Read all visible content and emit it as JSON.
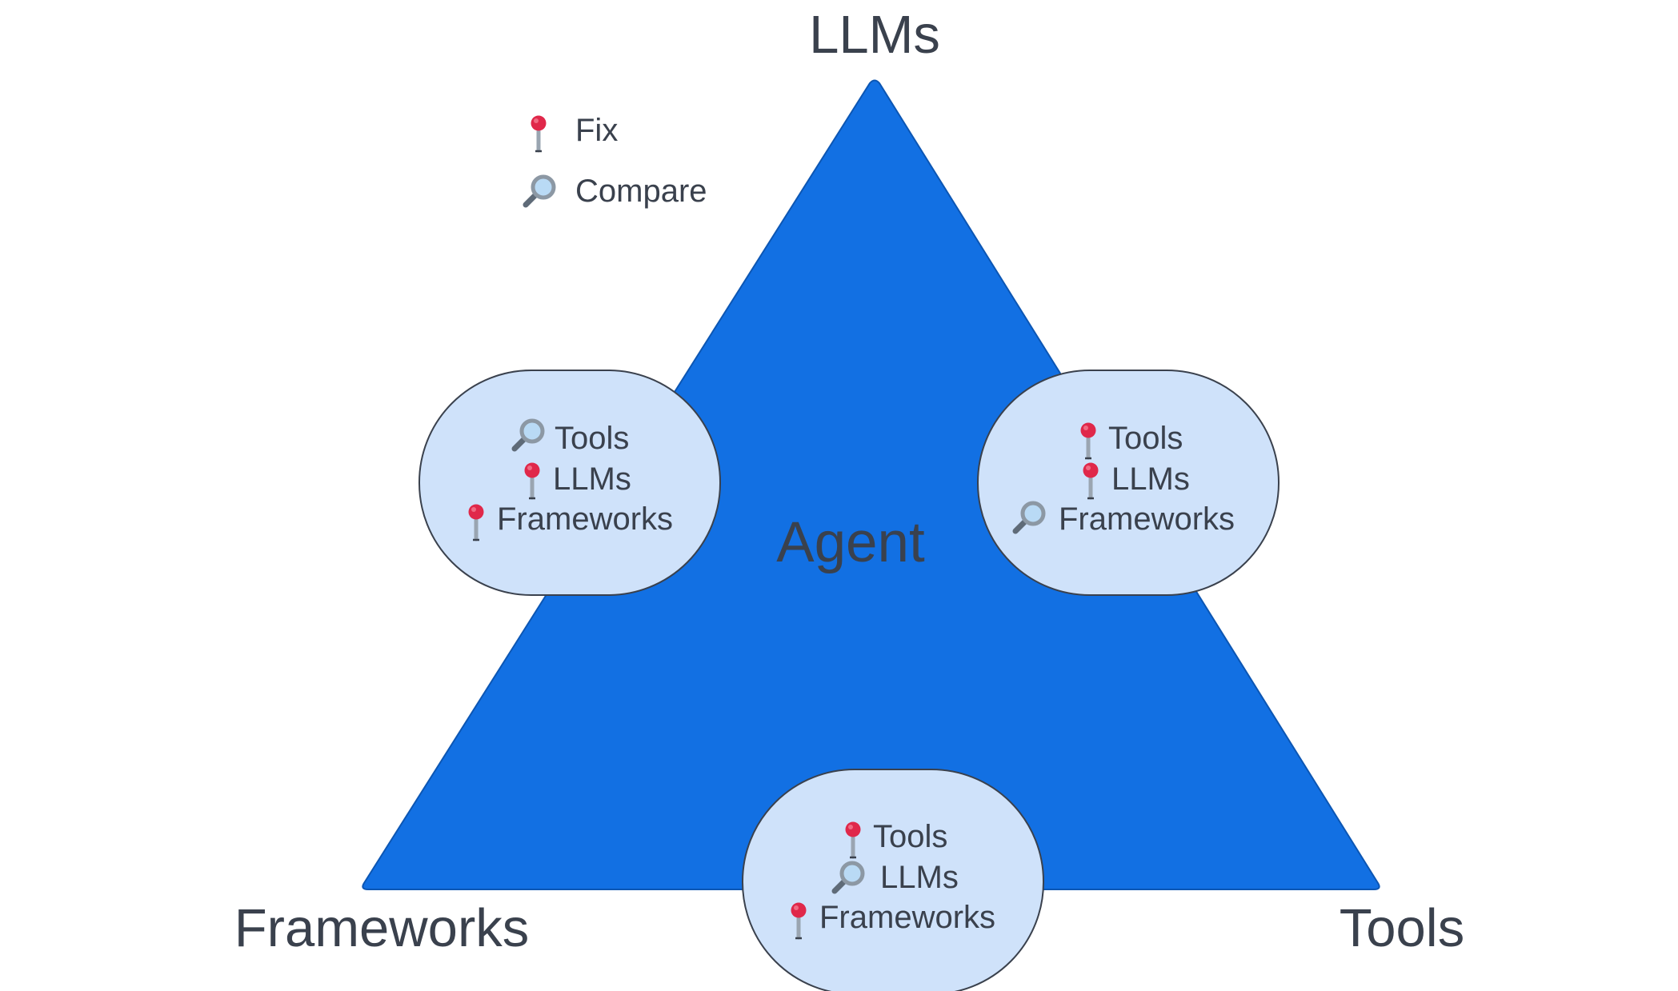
{
  "diagram": {
    "center_label": "Agent",
    "corners": {
      "top": "LLMs",
      "bottom_left": "Frameworks",
      "bottom_right": "Tools"
    },
    "colors": {
      "triangle_fill": "#1270e3",
      "bubble_fill": "#cfe2fa",
      "bubble_stroke": "#3a414d",
      "text": "#3a414d",
      "pin_head": "#e0284a",
      "pin_needle": "#9aa5b1",
      "magnifier_lens": "#b9daf5",
      "magnifier_rim": "#8c98a4",
      "magnifier_handle": "#5f6b78"
    }
  },
  "legend": {
    "items": [
      {
        "icon": "pin-icon",
        "label": "Fix"
      },
      {
        "icon": "magnifier-icon",
        "label": "Compare"
      }
    ]
  },
  "bubbles": [
    {
      "position": "left",
      "items": [
        {
          "icon": "magnifier-icon",
          "label": "Tools"
        },
        {
          "icon": "pin-icon",
          "label": "LLMs"
        },
        {
          "icon": "pin-icon",
          "label": "Frameworks"
        }
      ]
    },
    {
      "position": "right",
      "items": [
        {
          "icon": "pin-icon",
          "label": "Tools"
        },
        {
          "icon": "pin-icon",
          "label": "LLMs"
        },
        {
          "icon": "magnifier-icon",
          "label": "Frameworks"
        }
      ]
    },
    {
      "position": "bottom",
      "items": [
        {
          "icon": "pin-icon",
          "label": "Tools"
        },
        {
          "icon": "magnifier-icon",
          "label": "LLMs"
        },
        {
          "icon": "pin-icon",
          "label": "Frameworks"
        }
      ]
    }
  ]
}
